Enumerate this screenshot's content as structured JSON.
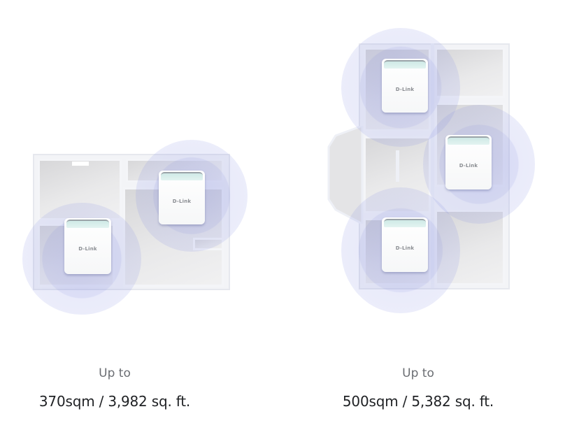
{
  "products": [
    {
      "id": "two-pack",
      "coverage_prefix": "Up to",
      "coverage_value": "370sqm / 3,982 sq. ft.",
      "node_count": 2,
      "nodes": [
        {
          "brand_label": "D-Link"
        },
        {
          "brand_label": "D-Link"
        }
      ]
    },
    {
      "id": "three-pack",
      "coverage_prefix": "Up to",
      "coverage_value": "500sqm / 5,382 sq. ft.",
      "node_count": 3,
      "nodes": [
        {
          "brand_label": "D-Link"
        },
        {
          "brand_label": "D-Link"
        },
        {
          "brand_label": "D-Link"
        }
      ]
    }
  ],
  "colors": {
    "coverage_ring": "#6e78dc",
    "caption_sub": "#6a6d72",
    "caption_main": "#1f2124",
    "background": "#ffffff"
  }
}
